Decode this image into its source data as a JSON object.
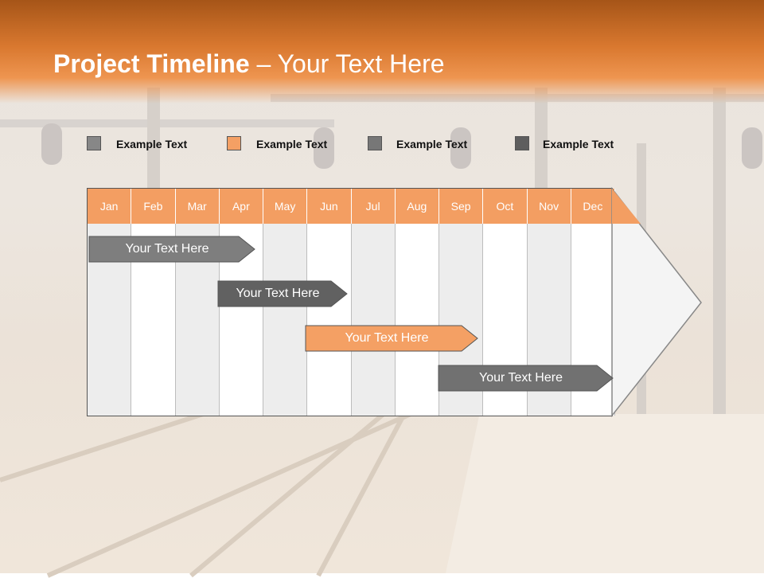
{
  "title": {
    "bold": "Project Timeline",
    "rest": " – Your Text Here"
  },
  "legend": [
    {
      "label": "Example Text",
      "color": "#878787"
    },
    {
      "label": "Example Text",
      "color": "#f4a064"
    },
    {
      "label": "Example Text",
      "color": "#777777"
    },
    {
      "label": "Example Text",
      "color": "#5e5e5e"
    }
  ],
  "months": [
    "Jan",
    "Feb",
    "Mar",
    "Apr",
    "May",
    "Jun",
    "Jul",
    "Aug",
    "Sep",
    "Oct",
    "Nov",
    "Dec"
  ],
  "tasks": [
    {
      "label": "Your  Text Here",
      "color": "#7e7e7e"
    },
    {
      "label": "Your  Text Here",
      "color": "#616161"
    },
    {
      "label": "Your  Text Here",
      "color": "#f4a064"
    },
    {
      "label": "Your  Text Here",
      "color": "#717171"
    }
  ],
  "colors": {
    "header": "#f39e62",
    "accent": "#e07b34"
  }
}
